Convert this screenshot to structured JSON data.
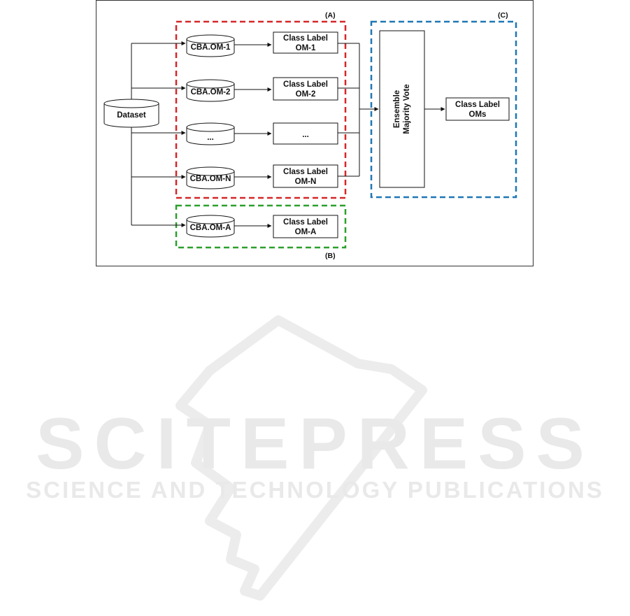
{
  "diagram": {
    "dataset": "Dataset",
    "models": [
      {
        "model": "CBA.OM-1",
        "label_line1": "Class Label",
        "label_line2": "OM-1"
      },
      {
        "model": "CBA.OM-2",
        "label_line1": "Class Label",
        "label_line2": "OM-2"
      },
      {
        "model": "...",
        "label_line1": "...",
        "label_line2": ""
      },
      {
        "model": "CBA.OM-N",
        "label_line1": "Class Label",
        "label_line2": "OM-N"
      }
    ],
    "single_model": {
      "model": "CBA.OM-A",
      "label_line1": "Class Label",
      "label_line2": "OM-A"
    },
    "ensemble_line1": "Ensemble",
    "ensemble_line2": "Majority Vote",
    "output_line1": "Class Label",
    "output_line2": "OMs",
    "groups": {
      "a": "(A)",
      "b": "(B)",
      "c": "(C)"
    },
    "group_colors": {
      "a": "#d62728",
      "b": "#2ca02c",
      "c": "#1f77b4"
    }
  },
  "watermark": {
    "title": "SCITEPRESS",
    "subtitle": "SCIENCE AND TECHNOLOGY PUBLICATIONS"
  }
}
